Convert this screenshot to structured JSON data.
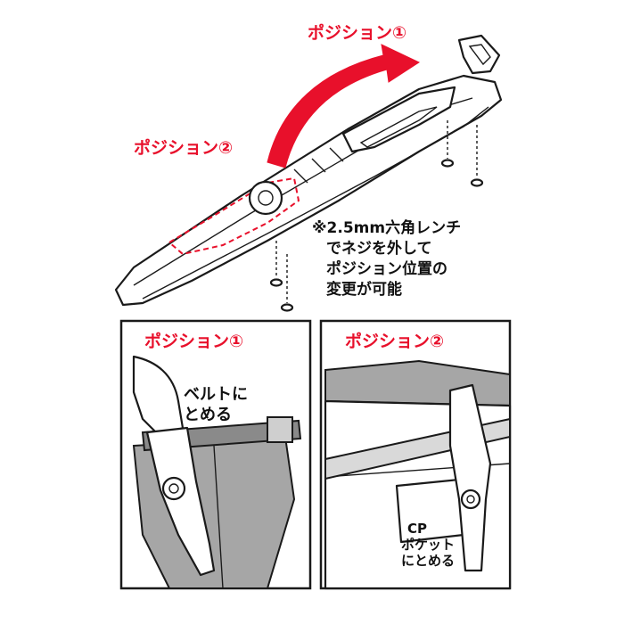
{
  "top_diagram": {
    "label_position_1": "ポジション①",
    "label_position_2": "ポジション②",
    "note_lines": [
      "※2.5mm六角レンチ",
      "でネジを外して",
      "ポジション位置の",
      "変更が可能"
    ]
  },
  "panel_left": {
    "title": "ポジション①",
    "caption_lines": [
      "ベルトに",
      "とめる"
    ]
  },
  "panel_right": {
    "title": "ポジション②",
    "caption_lines": [
      "CP",
      "ポケット",
      "にとめる"
    ]
  },
  "colors": {
    "accent_red": "#e8102b",
    "ink": "#111111",
    "panel_gray": "#a6a6a6"
  }
}
